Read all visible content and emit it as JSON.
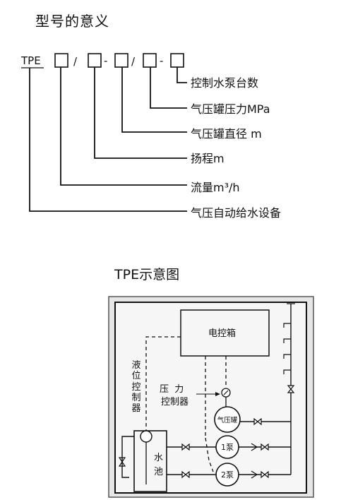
{
  "headings": {
    "model_meaning": "型号的意义",
    "schematic": "TPE示意图"
  },
  "model_code": {
    "prefix": "TPE",
    "separators": [
      "/",
      "/",
      "-",
      "/",
      "-"
    ]
  },
  "legend_lines": [
    "控制水泵台数",
    "气压罐压力MPa",
    "气压罐直径 m",
    "扬程m",
    "流量m³/h",
    "气压自动给水设备"
  ],
  "schematic": {
    "control_box": "电控箱",
    "level_controller": [
      "液",
      "位",
      "控",
      "制",
      "器"
    ],
    "pressure_controller": [
      "压  力",
      "控制器"
    ],
    "tank": "气压罐",
    "pump1": "1泵",
    "pump2": "2泵",
    "pool": [
      "水",
      "池"
    ]
  }
}
